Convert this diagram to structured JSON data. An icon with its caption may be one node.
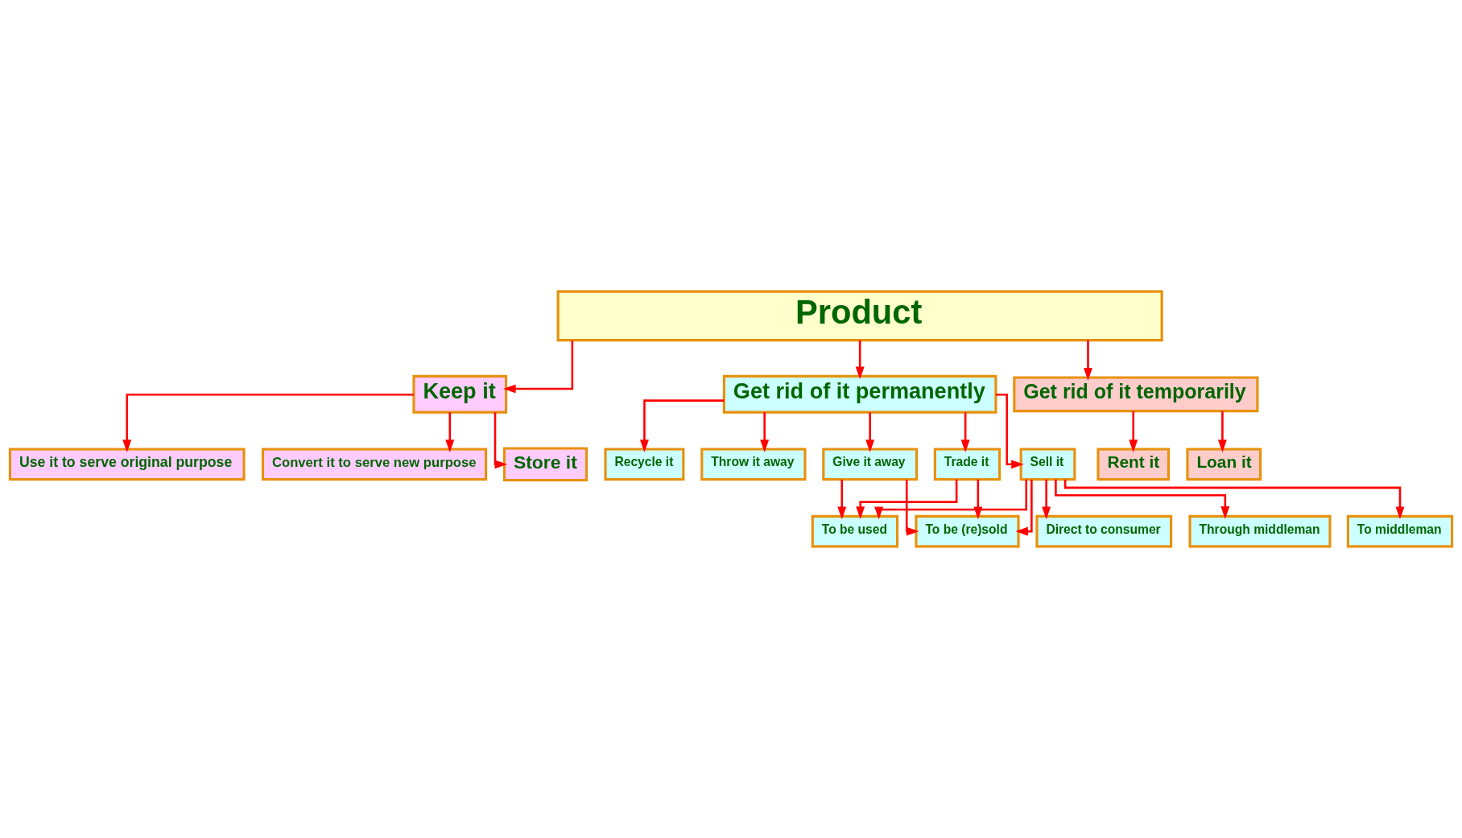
{
  "diagram": {
    "nodes": [
      {
        "text": [
          "Product"
        ]
      },
      {
        "text": [
          "Keep it"
        ]
      },
      {
        "text": [
          "Get rid of it permanently"
        ]
      },
      {
        "text": [
          "Get rid of it temporarily"
        ]
      },
      {
        "text": [
          "Use it to serve original purpose"
        ]
      },
      {
        "text": [
          "Convert it to serve new purpose"
        ]
      },
      {
        "text": [
          "Store it"
        ]
      },
      {
        "text": [
          "Rent it"
        ]
      },
      {
        "text": [
          "Loan it"
        ]
      },
      {
        "text": [
          "Recycle it"
        ]
      },
      {
        "text": [
          "Throw it away"
        ]
      },
      {
        "text": [
          "Give it away"
        ]
      },
      {
        "text": [
          "Trade it"
        ]
      },
      {
        "text": [
          "Sell it"
        ]
      },
      {
        "text": [
          "To be (re)sold"
        ]
      },
      {
        "text": [
          "To be used"
        ]
      },
      {
        "text": [
          "Direct to consumer"
        ]
      },
      {
        "text": [
          "Through middleman"
        ]
      },
      {
        "text": [
          "To middleman"
        ]
      }
    ],
    "edges": [
      {
        "from": 0,
        "to": 1,
        "arrow": "to"
      },
      {
        "from": 0,
        "to": 2,
        "arrow": "to"
      },
      {
        "from": 0,
        "to": 3,
        "arrow": "to"
      },
      {
        "from": 1,
        "to": 4,
        "arrow": "to"
      },
      {
        "from": 1,
        "to": 5,
        "arrow": "to"
      },
      {
        "from": 1,
        "to": 6,
        "arrow": "to"
      },
      {
        "from": 3,
        "to": 7,
        "arrow": "to"
      },
      {
        "from": 3,
        "to": 8,
        "arrow": "to"
      },
      {
        "from": 2,
        "to": 9,
        "arrow": "to"
      },
      {
        "from": 2,
        "to": 10,
        "arrow": "to"
      },
      {
        "from": 2,
        "to": 11,
        "arrow": "to"
      },
      {
        "from": 2,
        "to": 12,
        "arrow": "to"
      },
      {
        "from": 2,
        "to": 13,
        "arrow": "to"
      },
      {
        "from": 11,
        "to": 14,
        "arrow": "to"
      },
      {
        "from": 11,
        "to": 15,
        "arrow": "to"
      },
      {
        "from": 12,
        "to": 14,
        "arrow": "to"
      },
      {
        "from": 12,
        "to": 15,
        "arrow": "to"
      },
      {
        "from": 13,
        "to": 14,
        "arrow": "to"
      },
      {
        "from": 13,
        "to": 15,
        "arrow": "to"
      },
      {
        "from": 13,
        "to": 16,
        "arrow": "to"
      },
      {
        "from": 13,
        "to": 17,
        "arrow": "to"
      },
      {
        "from": 13,
        "to": 18,
        "arrow": "to"
      }
    ]
  }
}
